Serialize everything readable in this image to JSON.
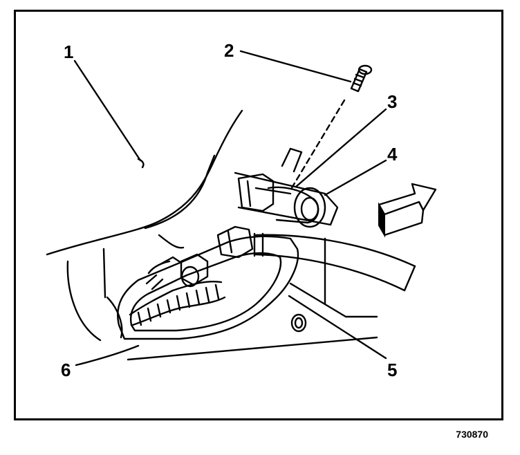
{
  "diagram": {
    "callouts": [
      {
        "label": "1",
        "part": "refrigerant-line-assembly"
      },
      {
        "label": "2",
        "part": "bolt"
      },
      {
        "label": "3",
        "part": "block-fitting"
      },
      {
        "label": "4",
        "part": "seal-washer"
      },
      {
        "label": "5",
        "part": "hose"
      },
      {
        "label": "6",
        "part": "bracket"
      }
    ],
    "figure_id": "730870",
    "direction_arrow": "front-arrow-icon"
  }
}
